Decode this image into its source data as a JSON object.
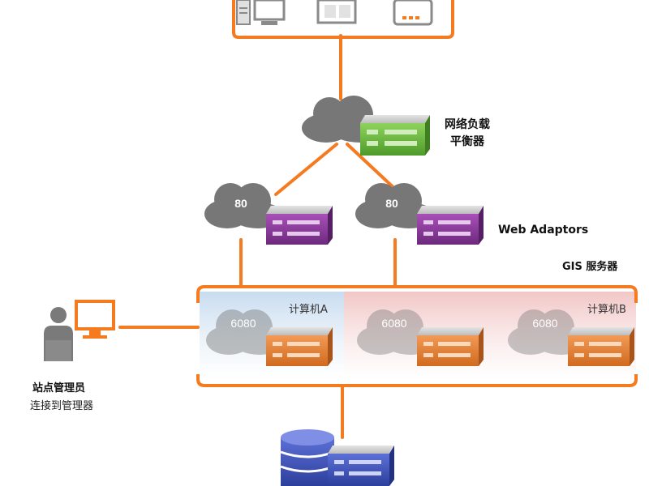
{
  "load_balancer": {
    "label_line1": "网络负载",
    "label_line2": "平衡器"
  },
  "web_adaptors": {
    "label": "Web Adaptors",
    "port": "80"
  },
  "gis_server": {
    "label": "GIS 服务器",
    "port": "6080",
    "machines": [
      {
        "label": "计算机A"
      },
      {
        "label": "计算机B"
      }
    ]
  },
  "admin": {
    "title": "站点管理员",
    "subtitle": "连接到管理器"
  },
  "colors": {
    "orange": "#f47b20",
    "cloud": "#7a7a7a",
    "lb_server": "#6cb33f",
    "wa_server": "#8e3a9c",
    "gis_server": "#e07b2a",
    "db": "#3d52b8"
  }
}
